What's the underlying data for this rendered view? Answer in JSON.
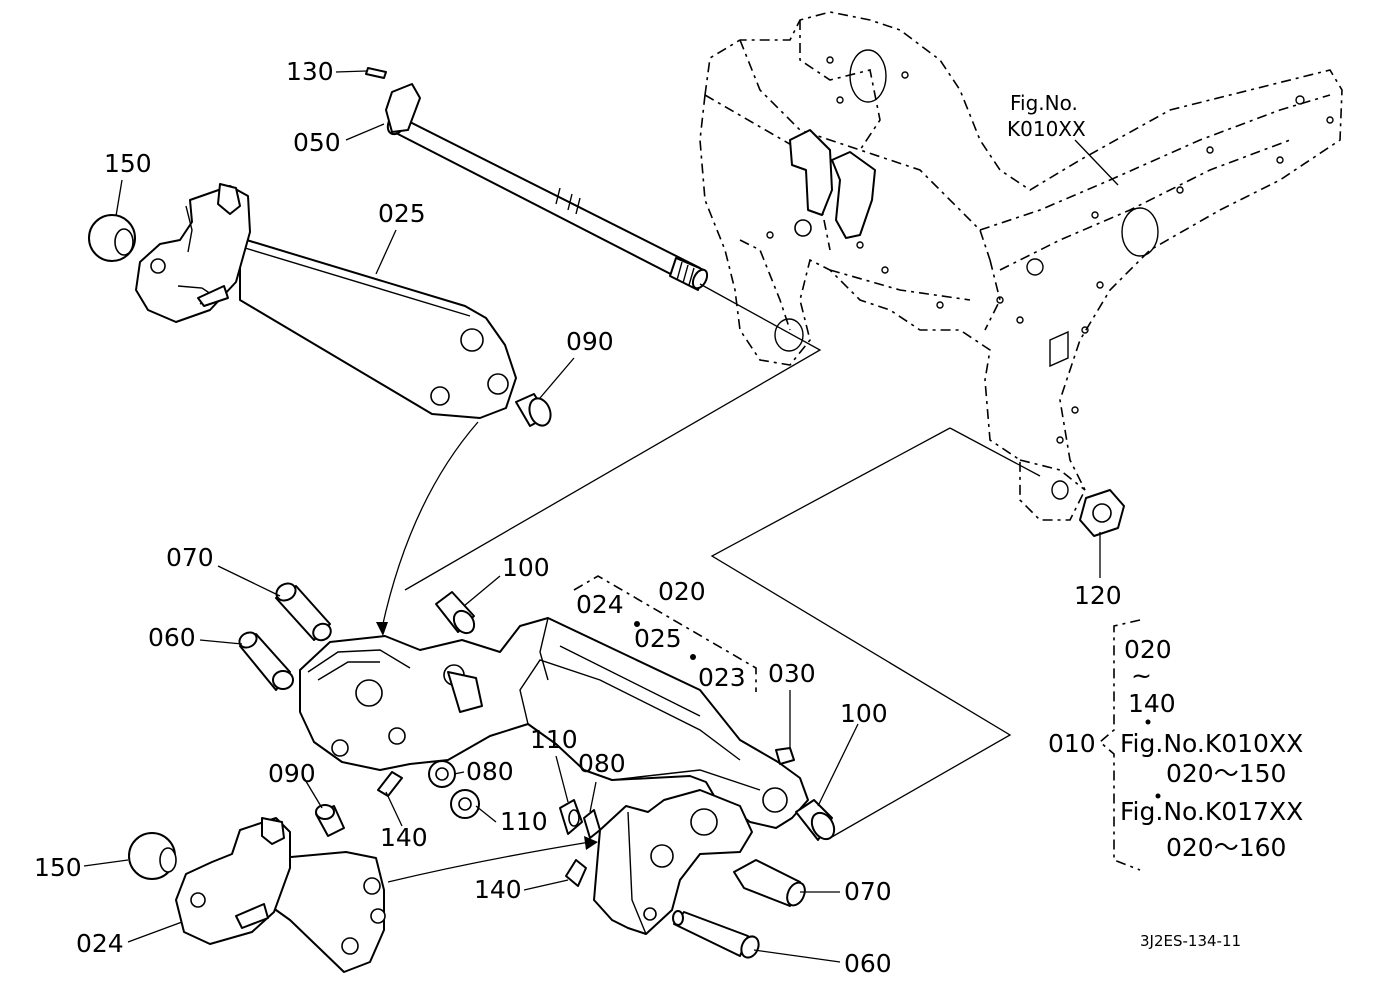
{
  "drawing_code": "3J2ES-134-11",
  "frame_ref": {
    "fig_label": "Fig.No.",
    "fig_code": "K010XX"
  },
  "callouts": {
    "c130": "130",
    "c050": "050",
    "c150_top": "150",
    "c025": "025",
    "c090_top": "090",
    "c070_left": "070",
    "c060_left": "060",
    "c100_mid": "100",
    "c020": "020",
    "c024_grp": "024",
    "c025_grp": "025",
    "c023": "023",
    "c030": "030",
    "c100_right": "100",
    "c120": "120",
    "c110_a": "110",
    "c080_a": "080",
    "c080_b": "080",
    "c110_b": "110",
    "c090_bot": "090",
    "c140_a": "140",
    "c150_bot": "150",
    "c024_bot": "024",
    "c140_b": "140",
    "c070_right": "070",
    "c060_right": "060"
  },
  "kit_note": {
    "range_start": "020",
    "tilde": "~",
    "range_end": "140",
    "assembly_no": "010",
    "ref1_fig": "Fig.No.K010XX",
    "ref1_range": "020～150",
    "ref2_fig": "Fig.No.K017XX",
    "ref2_range": "020～160"
  }
}
